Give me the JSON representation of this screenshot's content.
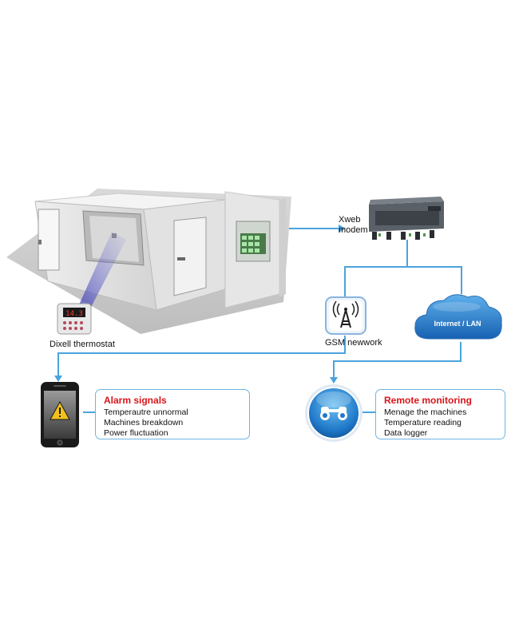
{
  "labels": {
    "modem": "Xweb\nmodem",
    "thermostat": "Dixell thermostat",
    "thermostat_display": "14.3",
    "gsm": "GSM newwork",
    "cloud": "Internet / LAN"
  },
  "alarm_box": {
    "title": "Alarm signals",
    "lines": [
      "Temperautre unnormal",
      "Machines breakdown",
      "Power fluctuation"
    ]
  },
  "monitor_box": {
    "title": "Remote monitoring",
    "lines": [
      "Menage the machines",
      "Temperature reading",
      "Data logger"
    ]
  },
  "colors": {
    "connector": "#4aa3dd",
    "box_border": "#6fb6e0",
    "title_red": "#d8151b"
  }
}
